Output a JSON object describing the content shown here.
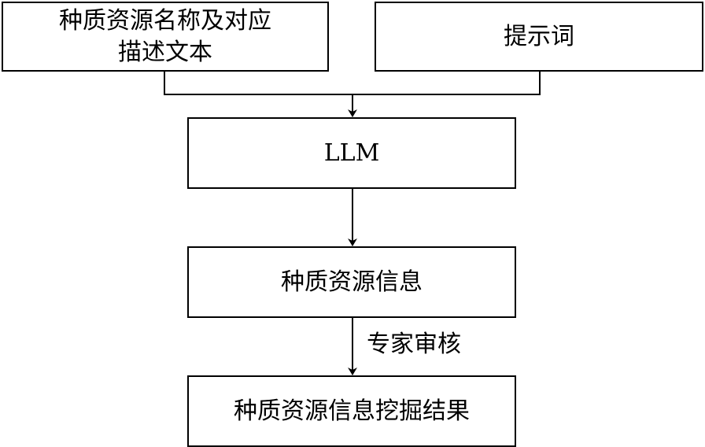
{
  "nodes": {
    "input_line1": "种质资源名称及对应",
    "input_line2": "描述文本",
    "prompt": "提示词",
    "llm": "LLM",
    "info": "种质资源信息",
    "result": "种质资源信息挖掘结果"
  },
  "edges": {
    "review_label": "专家审核"
  },
  "colors": {
    "stroke": "#000000",
    "background": "#ffffff"
  }
}
